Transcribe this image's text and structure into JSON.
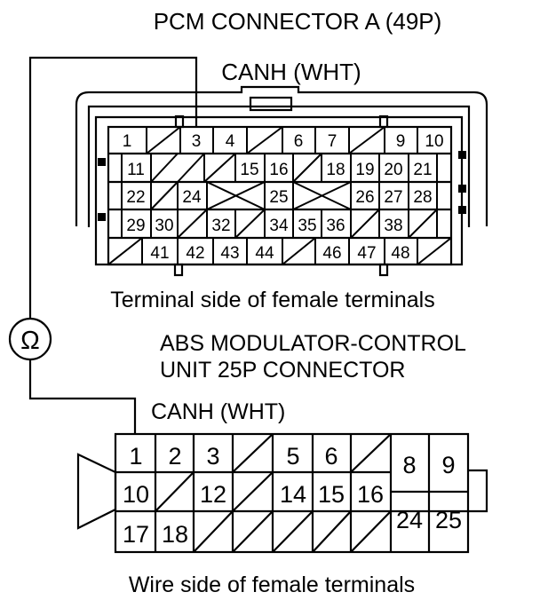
{
  "labels": {
    "pcm_title": "PCM CONNECTOR A (49P)",
    "canh_top": "CANH (WHT)",
    "terminal_side": "Terminal side of female terminals",
    "abs_title_line1": "ABS MODULATOR-CONTROL",
    "abs_title_line2": "UNIT 25P CONNECTOR",
    "canh_bottom": "CANH (WHT)",
    "wire_side": "Wire side of female terminals",
    "ohm_symbol": "Ω"
  },
  "pcm_connector": {
    "rows": [
      [
        "1",
        "",
        "3",
        "4",
        "",
        "6",
        "7",
        "",
        "9",
        "10"
      ],
      [
        "11",
        "",
        "",
        "15",
        "16",
        "",
        "18",
        "19",
        "20",
        "21"
      ],
      [
        "22",
        "",
        "24",
        "",
        "25",
        "",
        "26",
        "27",
        "28"
      ],
      [
        "29",
        "30",
        "",
        "32",
        "",
        "34",
        "35",
        "36",
        "",
        "38",
        ""
      ],
      [
        "",
        "41",
        "42",
        "43",
        "44",
        "",
        "46",
        "47",
        "48",
        ""
      ]
    ]
  },
  "abs_connector": {
    "rows": [
      [
        "1",
        "2",
        "3",
        "",
        "5",
        "6",
        "",
        "8",
        "9"
      ],
      [
        "10",
        "",
        "12",
        "",
        "14",
        "15",
        "16",
        "24",
        "25"
      ],
      [
        "17",
        "18"
      ]
    ]
  },
  "colors": {
    "line": "#000000",
    "background": "#ffffff"
  }
}
